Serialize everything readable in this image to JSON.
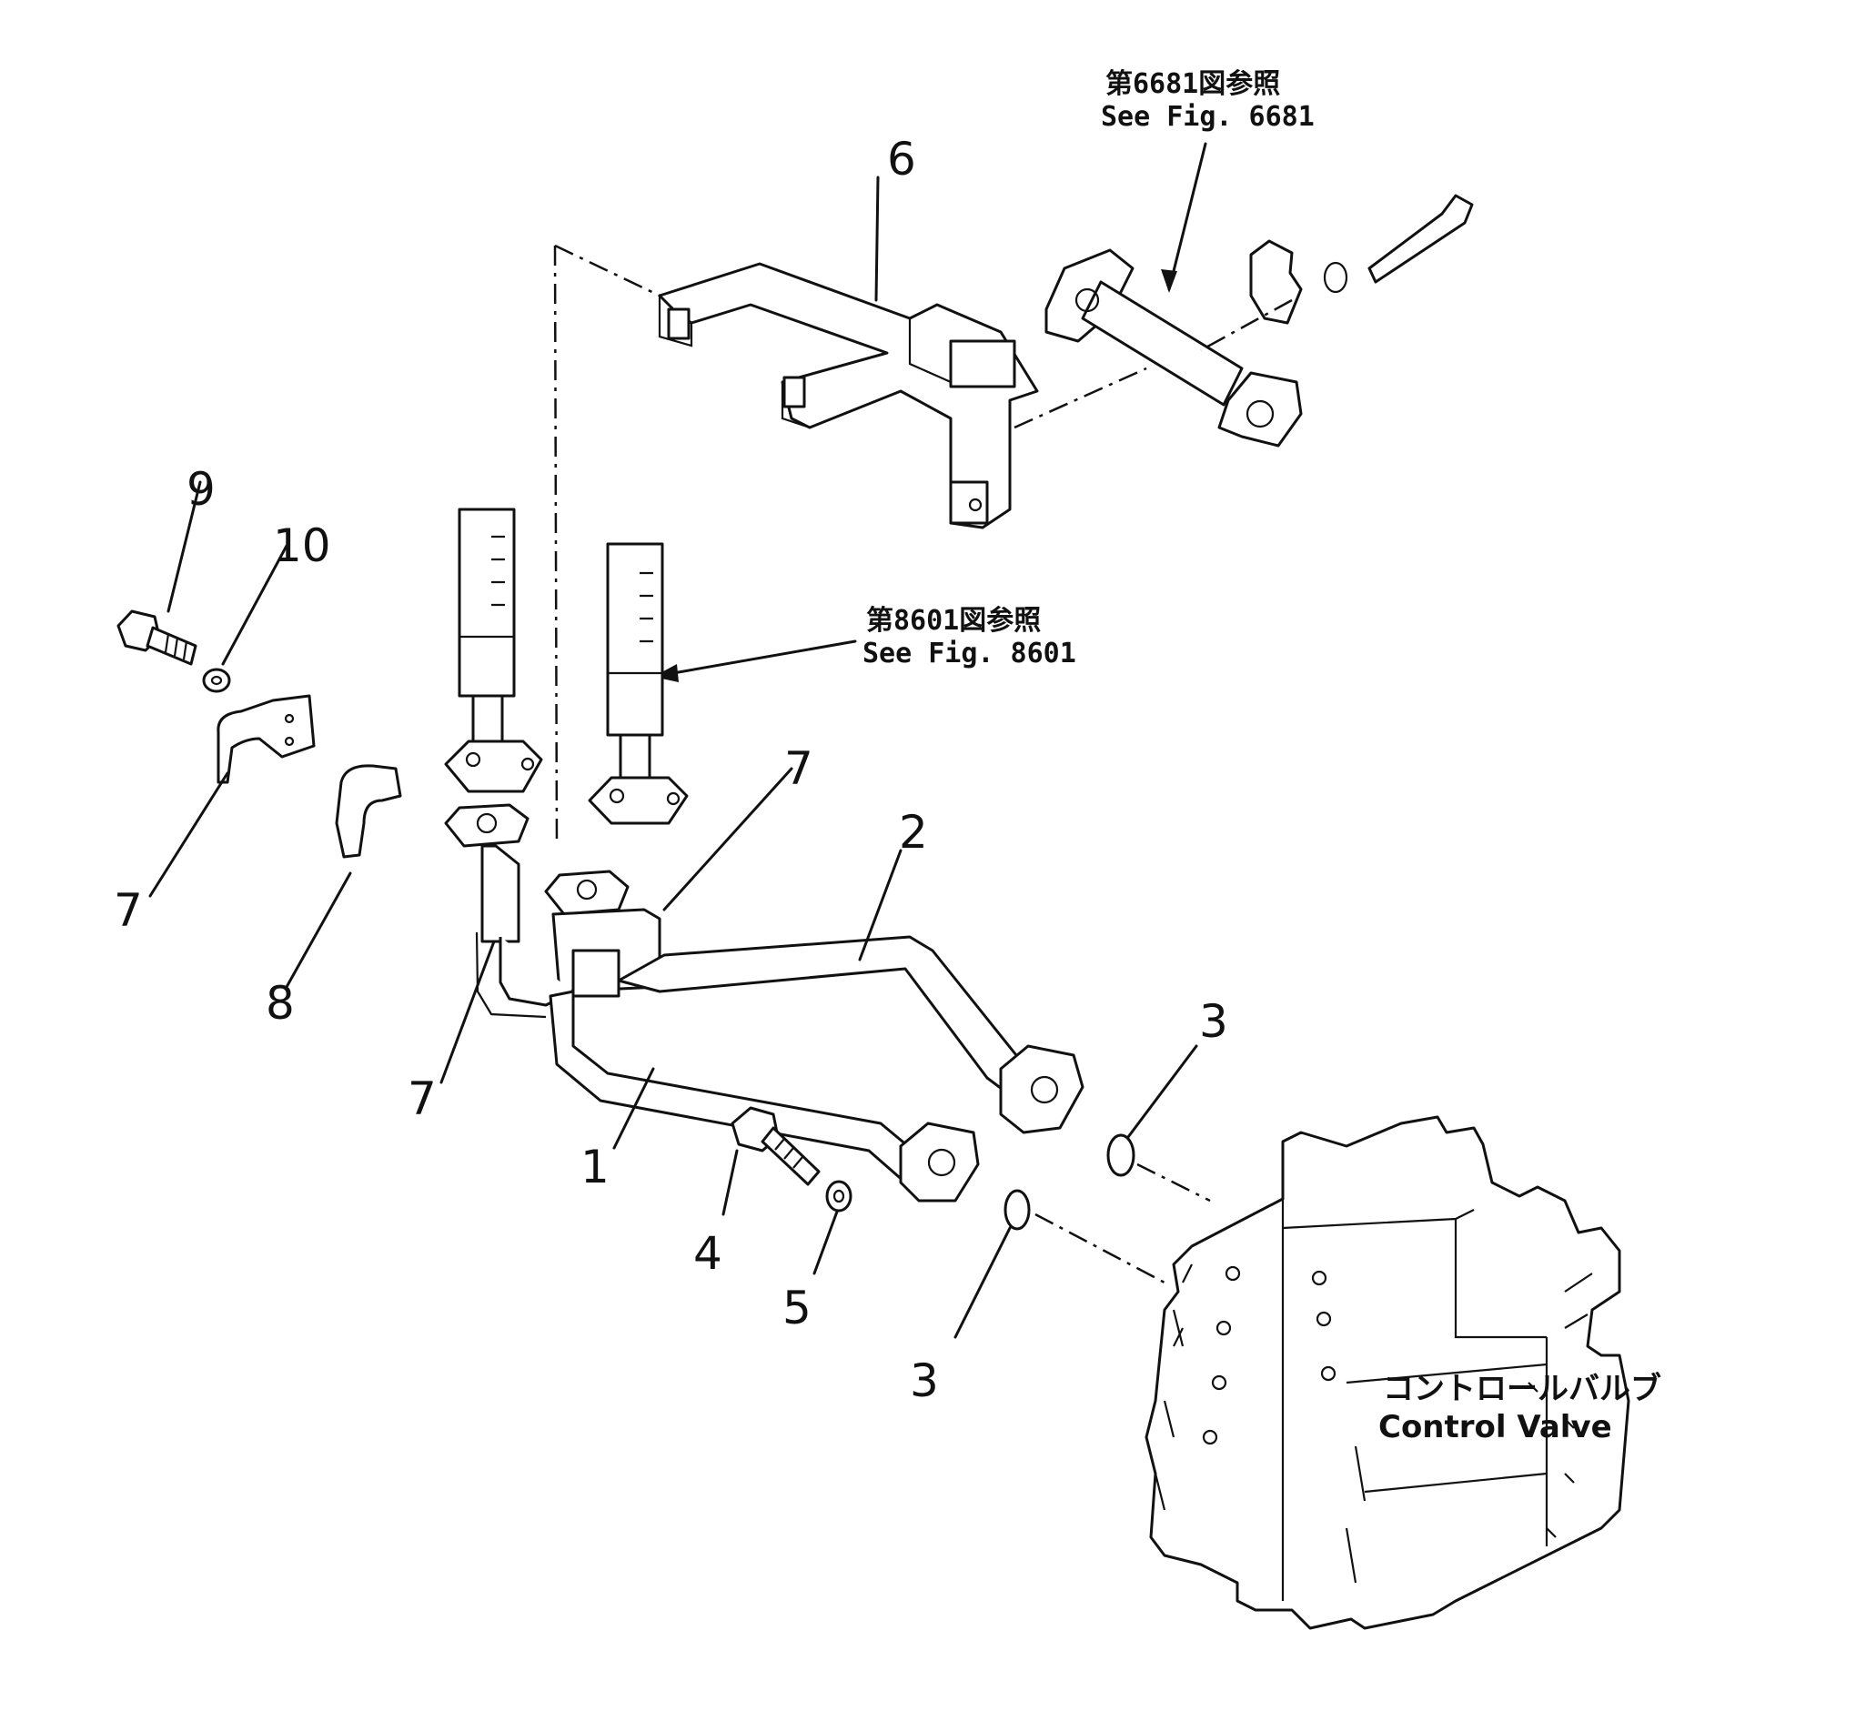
{
  "callouts": [
    {
      "id": "c1",
      "label": "1"
    },
    {
      "id": "c2",
      "label": "2"
    },
    {
      "id": "c3a",
      "label": "3"
    },
    {
      "id": "c3b",
      "label": "3"
    },
    {
      "id": "c4",
      "label": "4"
    },
    {
      "id": "c5",
      "label": "5"
    },
    {
      "id": "c6",
      "label": "6"
    },
    {
      "id": "c7a",
      "label": "7"
    },
    {
      "id": "c7b",
      "label": "7"
    },
    {
      "id": "c7c",
      "label": "7"
    },
    {
      "id": "c8",
      "label": "8"
    },
    {
      "id": "c9",
      "label": "9"
    },
    {
      "id": "c10",
      "label": "10"
    }
  ],
  "references": {
    "fig6681": {
      "jp": "第6681図参照",
      "en": "See Fig. 6681"
    },
    "fig8601": {
      "jp": "第8601図参照",
      "en": "See Fig. 8601"
    }
  },
  "control_valve": {
    "jp": "コントロールバルブ",
    "en": "Control Valve"
  }
}
